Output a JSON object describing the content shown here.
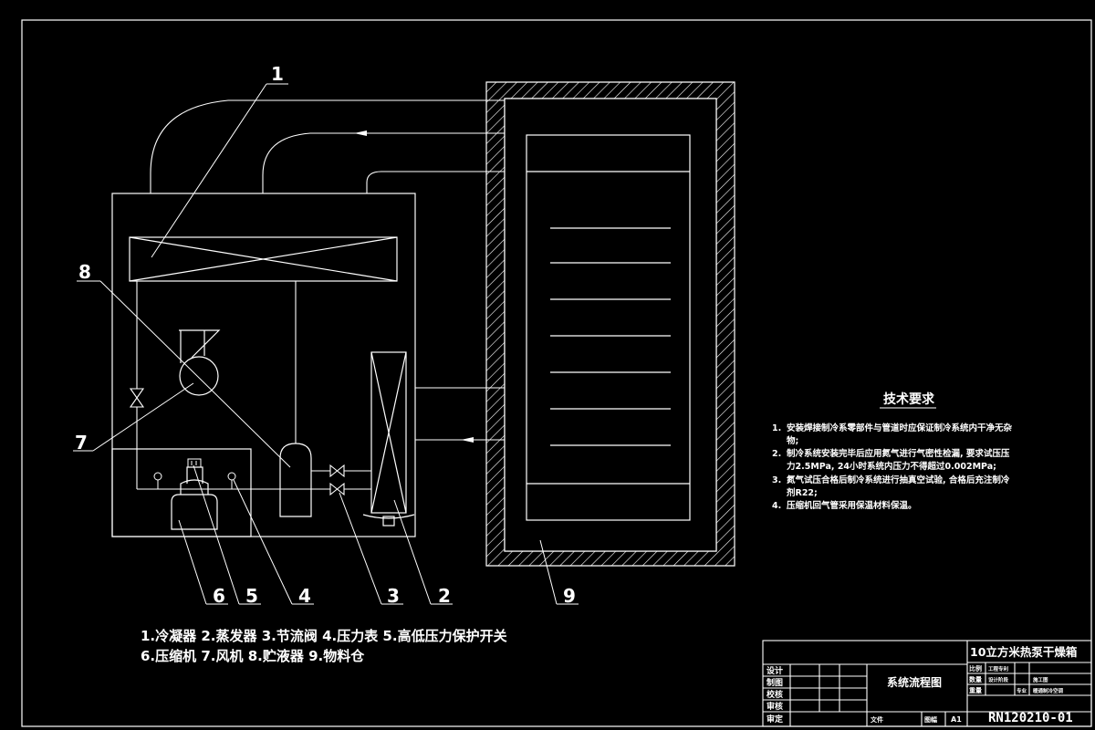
{
  "callouts": [
    "1",
    "2",
    "3",
    "4",
    "5",
    "6",
    "7",
    "8",
    "9"
  ],
  "legend": {
    "line1": "1.冷凝器 2.蒸发器 3.节流阀 4.压力表 5.高低压力保护开关",
    "line2": "6.压缩机 7.风机 8.贮液器 9.物料仓"
  },
  "tech_requirements": {
    "title": "技术要求",
    "items": [
      [
        "1.",
        "安装焊接制冷系零部件与管道时应保证制冷系统内干净无杂",
        "物;"
      ],
      [
        "2.",
        "制冷系统安装完毕后应用氮气进行气密性检漏, 要求试压压",
        "力2.5MPa, 24小时系统内压力不得超过0.002MPa;"
      ],
      [
        "3.",
        "氮气试压合格后制冷系统进行抽真空试验, 合格后充注制冷",
        "剂R22;"
      ],
      [
        "4.",
        "压缩机回气管采用保温材料保温。"
      ]
    ]
  },
  "title_block": {
    "project": "10立方米热泵干燥箱",
    "drawing_name": "系统流程图",
    "drawing_no": "RN120210-01",
    "rows": [
      "设计",
      "制图",
      "校核",
      "审核",
      "审定"
    ],
    "right_labels": [
      "比例",
      "数量",
      "重量"
    ],
    "right_values": [
      [
        "工程专利",
        ""
      ],
      [
        "设计阶段",
        "施工图"
      ],
      [
        "专业",
        "暖通制冷空调"
      ]
    ],
    "bottom_left": "文件",
    "bottom_mid": "图幅",
    "bottom_size": "A1"
  }
}
